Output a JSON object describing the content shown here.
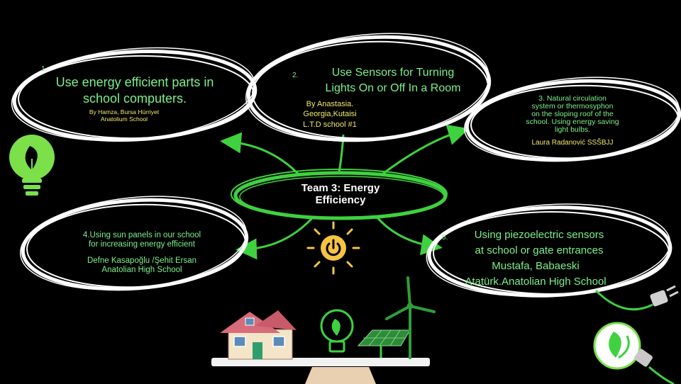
{
  "center": {
    "line1": "Team 3: Energy",
    "line2": "Efficiency"
  },
  "ideas": [
    {
      "number": "1.",
      "text_lines": [
        "Use energy efficient parts in",
        "school computers."
      ],
      "author_lines": [
        "By Hamza, Bursa Hürriyet",
        "Anatolium School"
      ]
    },
    {
      "number": "2.",
      "text_lines": [
        "Use Sensors for Turning",
        "Lights On or Off In a Room"
      ],
      "author_lines": [
        "By Anastasia.",
        "Georgia,Kutaisi",
        "L.T.D school #1"
      ]
    },
    {
      "number": "",
      "text_lines": [
        "3. Natural circulation",
        "system or thermosyphon",
        "on the sloping roof of the",
        "school. Using energy saving",
        "light bulbs."
      ],
      "author_lines": [
        "Laura Radanović SSŠBJJ"
      ]
    },
    {
      "number": "",
      "text_lines": [
        "4.Using sun panels in our school",
        "for increasing energy efficient"
      ],
      "author_lines": [
        "Defne Kasapoğlu /Şehit Ersan",
        "Anatolian High School"
      ]
    },
    {
      "number": "5.",
      "text_lines": [
        "Using piezoelectric sensors",
        "at school or gate entrances"
      ],
      "author_lines": [
        "Mustafa, Babaeski",
        "Atatürk.Anatolian High School"
      ]
    }
  ],
  "colors": {
    "background": "#000000",
    "text_green": "#7CF08A",
    "author_yellow": "#F4E96A",
    "arrow_green": "#3FD13F",
    "ellipse": "#FFFFFF",
    "bulb_green": "#7BE04A",
    "sun": "#F6C445"
  },
  "icons": [
    "lightbulb-leaf-icon",
    "sun-power-icon",
    "house-icon",
    "eco-bulb-icon",
    "solar-panel-icon",
    "wind-turbine-icon",
    "plug-bulb-icon"
  ]
}
